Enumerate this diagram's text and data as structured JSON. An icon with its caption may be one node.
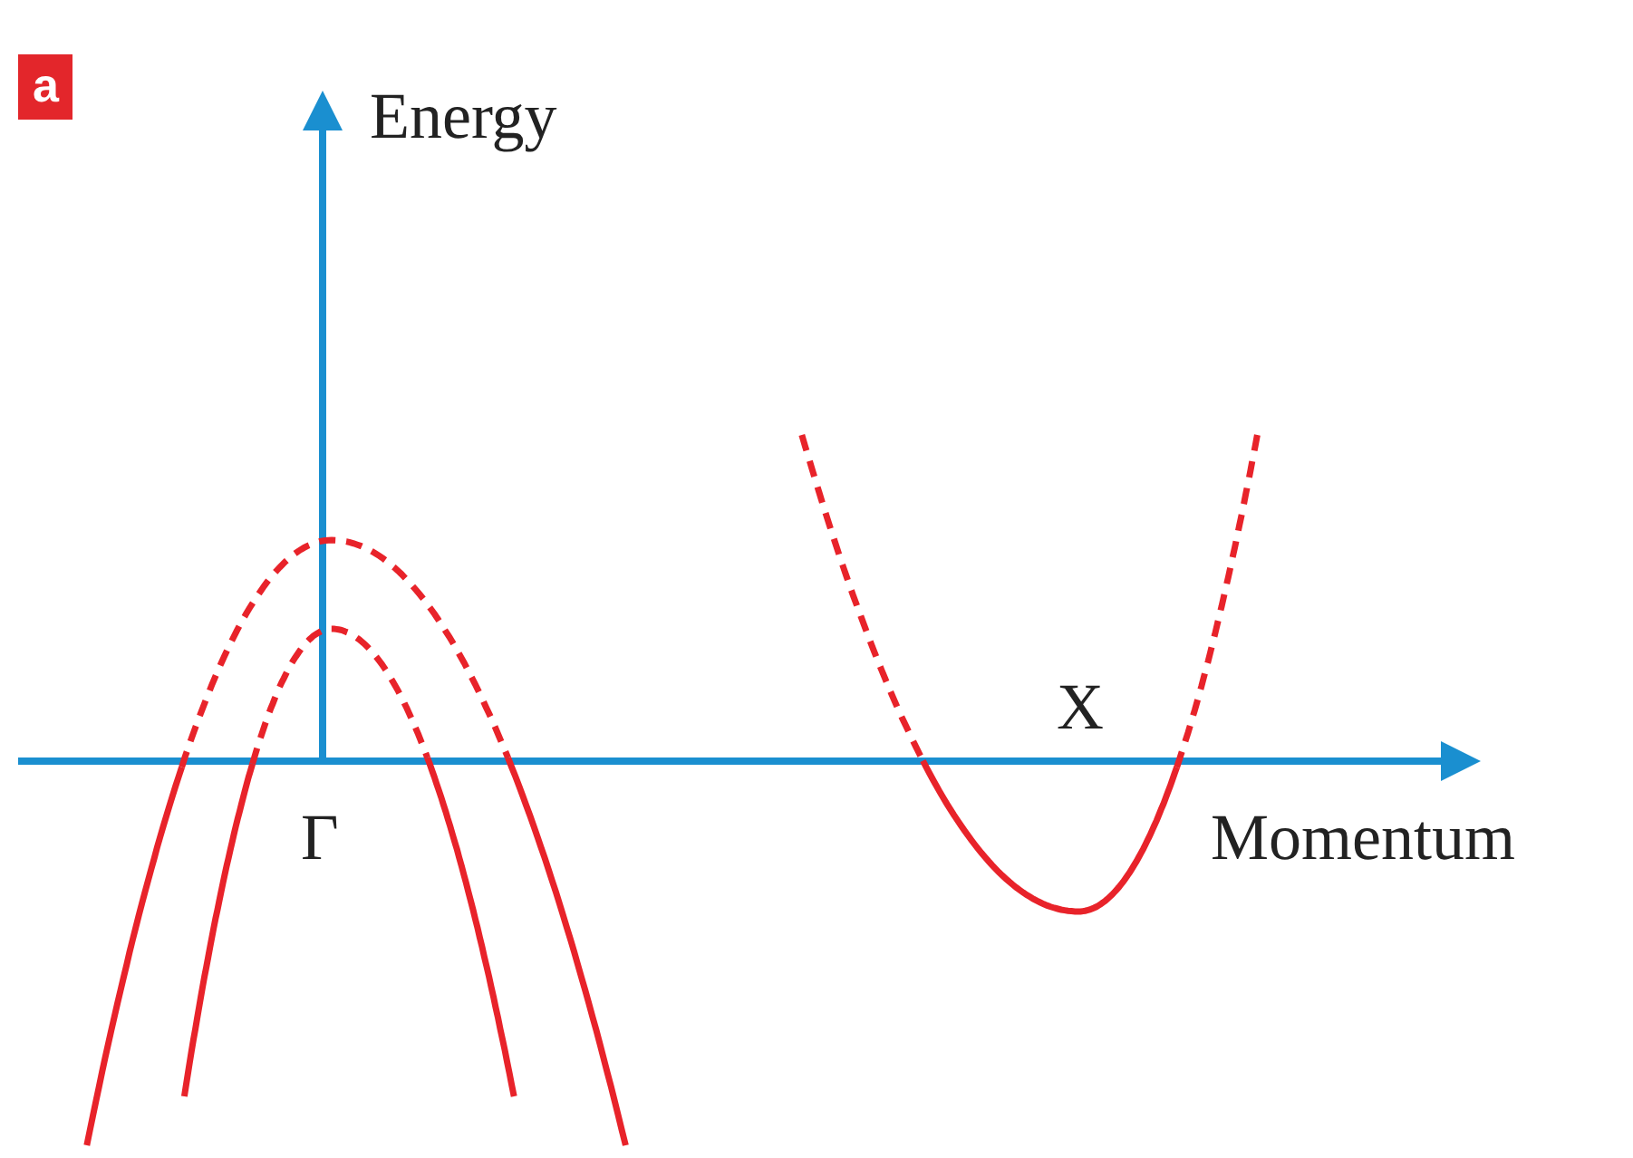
{
  "diagram": {
    "labels": [
      "a",
      "Energy",
      "X",
      "Momentum",
      "Γ"
    ]
  }
}
